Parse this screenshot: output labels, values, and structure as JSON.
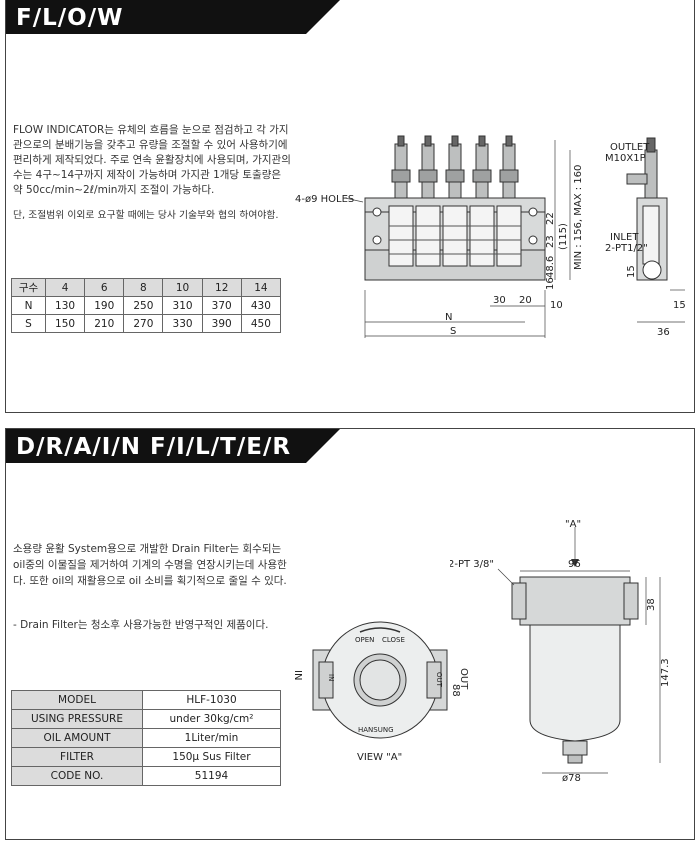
{
  "flow": {
    "title": "F/L/O/W  I/N/D/I/C/A/T/O/R",
    "description": "FLOW INDICATOR는 유체의 흐름을 눈으로 점검하고 각 가지관으로의 분배기능을 갖추고 유량을 조절할 수 있어 사용하기에 편리하게 제작되었다. 주로 연속 윤활장치에 사용되며, 가지관의 수는 4구~14구까지 제작이 가능하며 가지관 1개당 토출량은 약 50cc/min~2ℓ/min까지 조절이 가능하다.",
    "note": "단, 조절범위 이외로 요구할 때에는 당사 기술부와 협의 하여야함.",
    "table": {
      "header": [
        "구수",
        "4",
        "6",
        "8",
        "10",
        "12",
        "14"
      ],
      "rows": [
        [
          "N",
          "130",
          "190",
          "250",
          "310",
          "370",
          "430"
        ],
        [
          "S",
          "150",
          "210",
          "270",
          "330",
          "390",
          "450"
        ]
      ]
    },
    "drawing": {
      "holes": "4-ø9 HOLES",
      "outlet": "OUTLET",
      "outlet_spec": "M10X1P",
      "inlet": "INLET",
      "inlet_spec": "2-PT1/2\"",
      "height_range": "MIN : 156, MAX : 160",
      "dim_22": "22",
      "dim_23": "23",
      "dim_115": "(115)",
      "dim_48_6": "48.6",
      "dim_16": "16",
      "dim_30": "30",
      "dim_20": "20",
      "dim_10": "10",
      "dim_N": "N",
      "dim_S": "S",
      "dim_15a": "15",
      "dim_15b": "15",
      "dim_36": "36"
    }
  },
  "drain": {
    "title": "D/R/A/I/N  F/I/L/T/E/R",
    "description": "소용량 윤활 System용으로 개발한 Drain Filter는 회수되는 oil중의 이물질을 제거하여 기계의 수명을 연장시키는데 사용한다. 또한 oil의 재활용으로 oil 소비를 획기적으로 줄일 수 있다.",
    "note": "- Drain Filter는 청소후 사용가능한 반영구적인 제품이다.",
    "table": [
      {
        "key": "MODEL",
        "value": "HLF-1030"
      },
      {
        "key": "USING PRESSURE",
        "value": "under 30kg/cm²"
      },
      {
        "key": "OIL AMOUNT",
        "value": "1Liter/min"
      },
      {
        "key": "FILTER",
        "value": "150μ Sus Filter"
      },
      {
        "key": "CODE NO.",
        "value": "51194"
      }
    ],
    "drawing": {
      "view_marker": "\"A\"",
      "port": "2-PT 3/8\"",
      "dim_96": "96",
      "dim_38": "38",
      "dim_147_3": "147.3",
      "dim_78": "ø78",
      "dim_88": "88",
      "in_label": "IN",
      "out_label": "OUT",
      "in_small": "IN",
      "out_small": "OUT",
      "open": "OPEN",
      "close": "CLOSE",
      "brand": "HANSUNG",
      "view_caption": "VIEW \"A\""
    }
  }
}
